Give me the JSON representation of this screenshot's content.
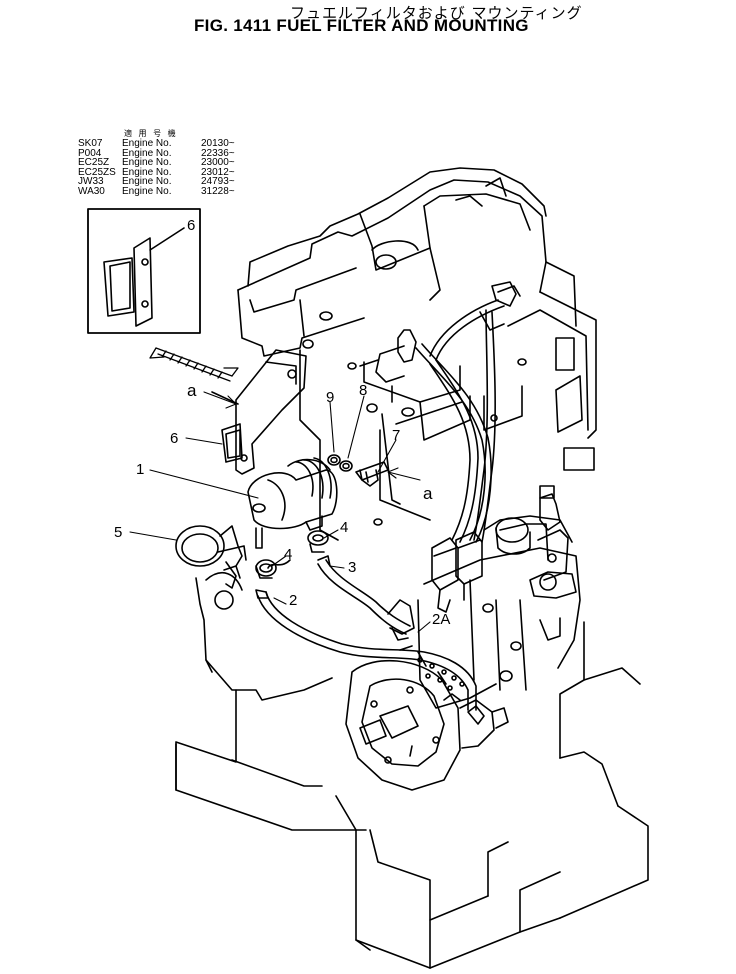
{
  "figure": {
    "title_jp": "フュエルフィルタおよび マウンティング",
    "title_en": "FIG. 1411  FUEL FILTER AND MOUNTING"
  },
  "serial_table": {
    "header": "適 用 号 機",
    "rows": [
      {
        "model": "SK07",
        "label": "Engine No.",
        "number": "20130~"
      },
      {
        "model": "P004",
        "label": "Engine No.",
        "number": "22336~"
      },
      {
        "model": "EC25Z",
        "label": "Engine No.",
        "number": "23000~"
      },
      {
        "model": "EC25ZS",
        "label": "Engine No.",
        "number": "23012~"
      },
      {
        "model": "JW33",
        "label": "Engine No.",
        "number": "24793~"
      },
      {
        "model": "WA30",
        "label": "Engine No.",
        "number": "31228~"
      }
    ]
  },
  "callouts": {
    "inset_6": "6",
    "c1": "1",
    "c2": "2",
    "c2a": "2A",
    "c3": "3",
    "c4a": "4",
    "c4b": "4",
    "c5": "5",
    "c6": "6",
    "c7": "7",
    "c8": "8",
    "c9": "9",
    "a_left": "a",
    "a_right": "a"
  },
  "colors": {
    "line": "#000000",
    "background": "#ffffff"
  }
}
